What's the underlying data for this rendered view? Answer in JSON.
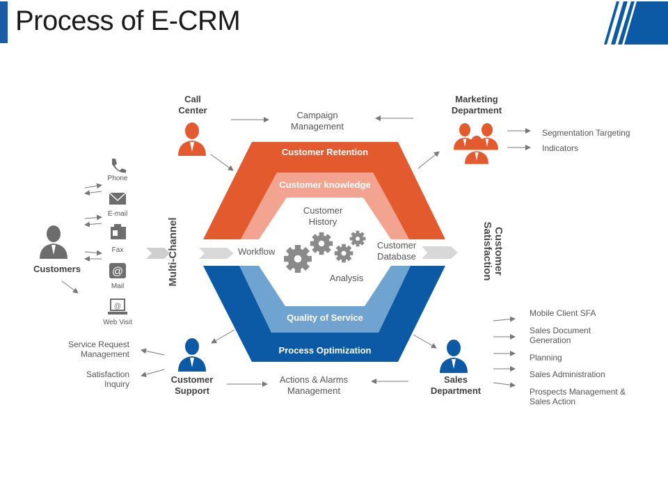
{
  "title": "Process of E-CRM",
  "colors": {
    "title_bar": "#1c5ba6",
    "retention_orange": "#e35a2e",
    "knowledge_salmon": "#f2a490",
    "process_blue": "#0c5aa5",
    "quality_lightblue": "#6fa3d0",
    "icon_gray": "#6d6d6d",
    "arrow_gray": "#777777"
  },
  "hexagon": {
    "outer_top": "Customer Retention",
    "inner_top": "Customer knowledge",
    "inner_bottom": "Quality of Service",
    "outer_bottom": "Process Optimization",
    "center": {
      "customer_history": "Customer\nHistory",
      "workflow": "Workflow",
      "customer_database": "Customer\nDatabase",
      "analysis": "Analysis"
    },
    "icons": [
      "gears-icon"
    ]
  },
  "side_labels": {
    "left": "Multi-Channel",
    "right": "Customer\nSatisfaction"
  },
  "channels": [
    {
      "label": "Phone",
      "icon": "phone-icon"
    },
    {
      "label": "E-mail",
      "icon": "mail-icon"
    },
    {
      "label": "Fax",
      "icon": "fax-icon"
    },
    {
      "label": "Mail",
      "icon": "at-mail-icon"
    },
    {
      "label": "Web Visit",
      "icon": "monitor-icon"
    }
  ],
  "actors": {
    "customers": "Customers",
    "call_center": "Call\nCenter",
    "marketing": "Marketing\nDepartment",
    "customer_support": "Customer\nSupport",
    "sales": "Sales\nDepartment"
  },
  "flows": {
    "campaign_management": "Campaign\nManagement",
    "actions_alarms": "Actions & Alarms\nManagement",
    "service_request": "Service Request\nManagement",
    "satisfaction_inquiry": "Satisfaction\nInquiry"
  },
  "marketing_outputs": [
    "Segmentation Targeting",
    "Indicators"
  ],
  "sales_outputs": [
    "Mobile Client SFA",
    "Sales Document\nGeneration",
    "Planning",
    "Sales Administration",
    "Prospects Management &\nSales Action"
  ]
}
